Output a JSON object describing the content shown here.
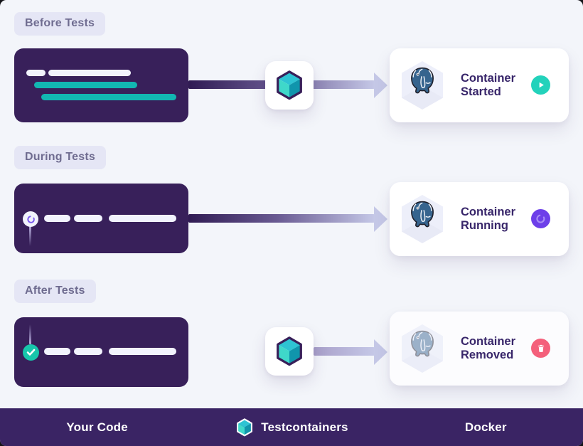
{
  "phases": [
    {
      "label": "Before Tests",
      "code_block": {
        "icon": "none",
        "line_style": "command-with-teal-output"
      },
      "shows_cube_card": true,
      "card": {
        "title": "Container Started",
        "status_icon": "play-icon",
        "status_color": "#23d2bb"
      }
    },
    {
      "label": "During Tests",
      "code_block": {
        "icon": "spinner-icon",
        "line_style": "test-steps"
      },
      "shows_cube_card": false,
      "card": {
        "title": "Container Running",
        "status_icon": "spinner-icon",
        "status_color": "#6d3fe9"
      }
    },
    {
      "label": "After Tests",
      "code_block": {
        "icon": "check-icon",
        "line_style": "test-steps"
      },
      "shows_cube_card": true,
      "card": {
        "title": "Container Removed",
        "status_icon": "trash-icon",
        "status_color": "#f4607b"
      }
    }
  ],
  "footer": {
    "your_code": "Your Code",
    "testcontainers": "Testcontainers",
    "docker": "Docker"
  },
  "icons": {
    "cube": "testcontainers-cube-icon",
    "database": "postgresql-elephant-icon"
  },
  "colors": {
    "background": "#f3f5fa",
    "code_block": "#38205a",
    "teal_code_line": "#12b7b2",
    "footer": "#3a2464",
    "status_started": "#23d2bb",
    "status_running": "#6d3fe9",
    "status_removed": "#f4607b",
    "arrow_dark": "#301b53",
    "arrow_light": "#c5c8e7"
  }
}
